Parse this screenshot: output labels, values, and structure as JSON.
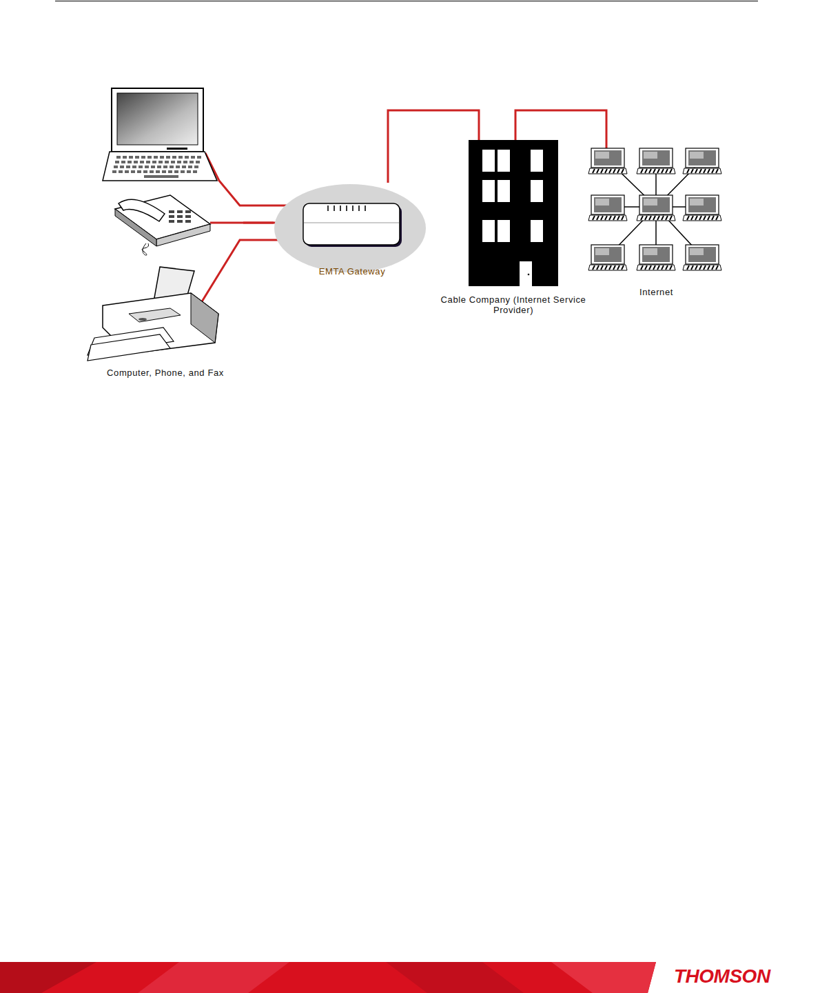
{
  "diagram": {
    "nodes": [
      {
        "text": [
          "EMTA Gateway"
        ]
      },
      {
        "text": [
          "Cable Company (Internet Service Provider)"
        ]
      },
      {
        "text": [
          "Internet"
        ]
      },
      {
        "text": [
          "Computer, Phone, and Fax"
        ]
      }
    ],
    "edges": [
      {
        "from": 3,
        "to": 0,
        "arrow": "none"
      },
      {
        "from": 0,
        "to": 1,
        "arrow": "none"
      },
      {
        "from": 1,
        "to": 2,
        "arrow": "none"
      }
    ],
    "labels": [
      "THOMSON"
    ]
  }
}
